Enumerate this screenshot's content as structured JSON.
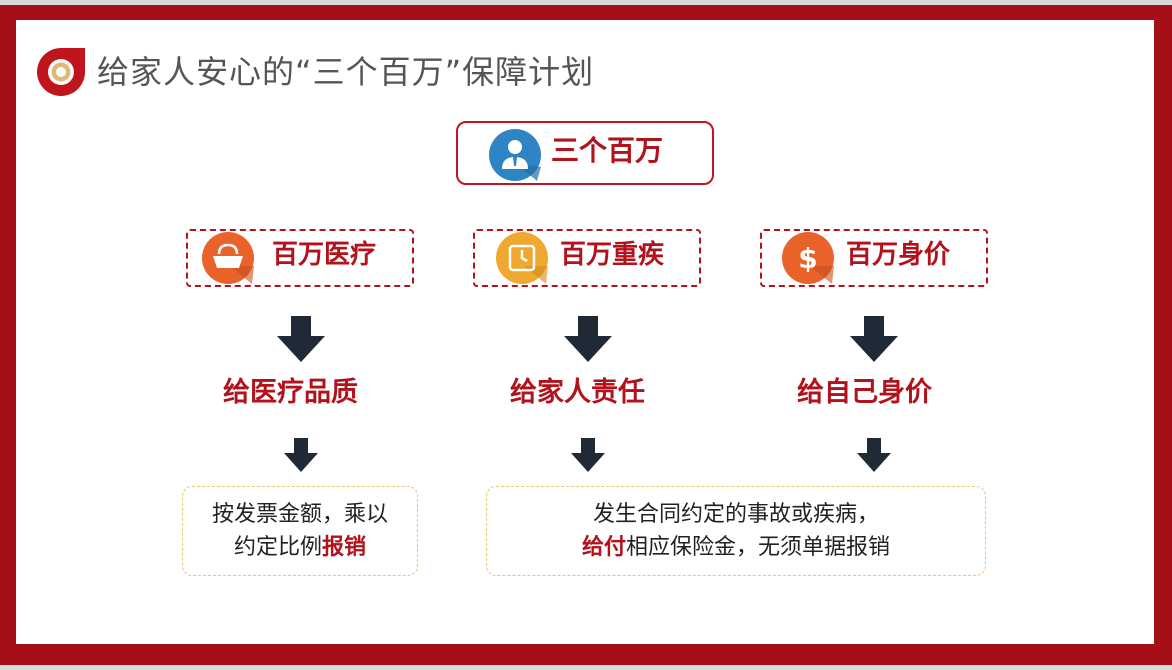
{
  "title": "给家人安心的“三个百万”保障计划",
  "colors": {
    "frame": "#a50f17",
    "accent_red": "#b1121b",
    "note_border": "#f0c36a",
    "arrow": "#1f2a36"
  },
  "top": {
    "label": "三个百万",
    "icon": "businessman-icon"
  },
  "categories": [
    {
      "label": "百万医疗",
      "icon": "basket-icon",
      "icon_color": "#e8622a"
    },
    {
      "label": "百万重疾",
      "icon": "clock-icon",
      "icon_color": "#f0a830"
    },
    {
      "label": "百万身价",
      "icon": "dollar-icon",
      "icon_color": "#e8622a"
    }
  ],
  "benefits": [
    "给医疗品质",
    "给家人责任",
    "给自己身价"
  ],
  "notes": {
    "left": {
      "line1": "按发票金额，乘以",
      "line2_plain": "约定比例",
      "line2_highlight": "报销"
    },
    "right": {
      "line1": "发生合同约定的事故或疾病，",
      "line2_highlight": "给付",
      "line2_plain": "相应保险金，无须单据报销"
    }
  }
}
